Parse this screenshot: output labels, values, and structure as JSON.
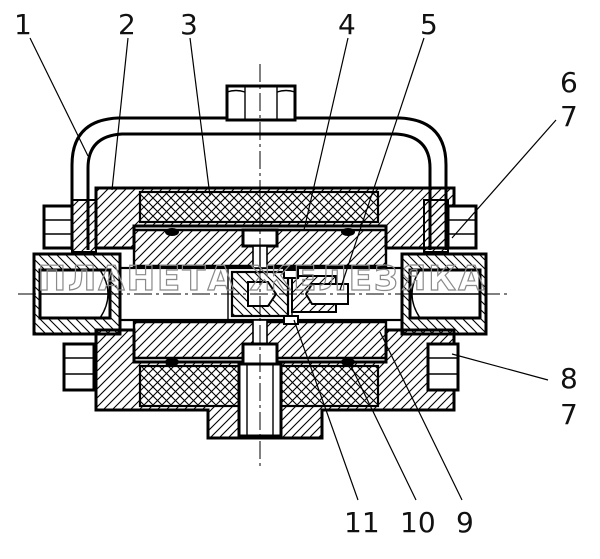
{
  "callouts": {
    "c1": "1",
    "c2": "2",
    "c3": "3",
    "c4": "4",
    "c5": "5",
    "c6": "6",
    "c7a": "7",
    "c8": "8",
    "c7b": "7",
    "c9": "9",
    "c10": "10",
    "c11": "11"
  },
  "watermark": "ПЛАНЕТА ЖЕЛЕЗЯКА"
}
